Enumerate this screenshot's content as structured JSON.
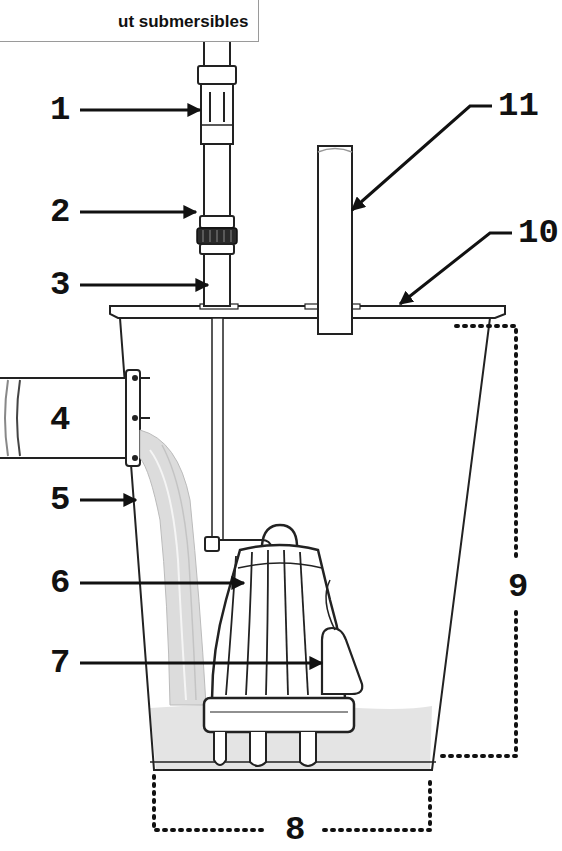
{
  "diagram": {
    "nodes": [
      {
        "text": [
          "ut submersibles"
        ]
      }
    ],
    "labels": [
      "1",
      "2",
      "3",
      "4",
      "5",
      "6",
      "7",
      "8",
      "9",
      "10",
      "11"
    ]
  }
}
